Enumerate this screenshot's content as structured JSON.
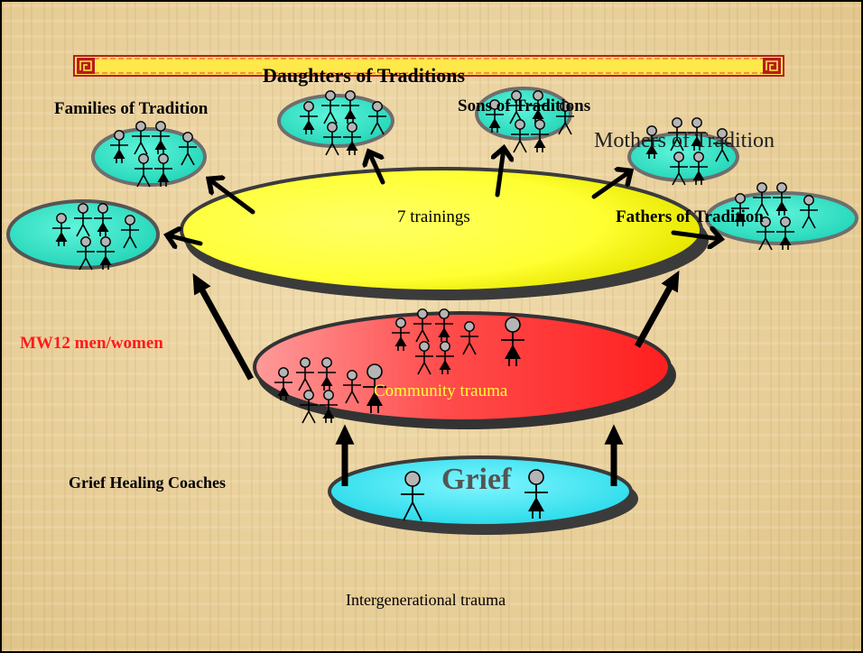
{
  "banner": {
    "title": "Daughters of Traditions"
  },
  "labels": {
    "families": "Families of Tradition",
    "sons": "Sons of Traditions",
    "mothers": "Mothers of Tradition",
    "fathers": "Fathers of Tradition",
    "trainings": "7 trainings",
    "mw12": "MW12 men/women",
    "community": "Community trauma",
    "grief_coaches": "Grief Healing Coaches",
    "grief": "Grief",
    "intergenerational": "Intergenerational trauma"
  },
  "colors": {
    "yellow_ellipse": "#ffff44",
    "red_ellipse": "#ff3b3b",
    "cyan_ellipse": "#44e8f2",
    "teal_ellipse": "#35e3c8",
    "banner": "#ffee33",
    "banner_border": "#b71c1c"
  },
  "icons": [
    "stick-figure-male-icon",
    "stick-figure-female-icon",
    "arrow-icon",
    "meander-corner-icon"
  ]
}
